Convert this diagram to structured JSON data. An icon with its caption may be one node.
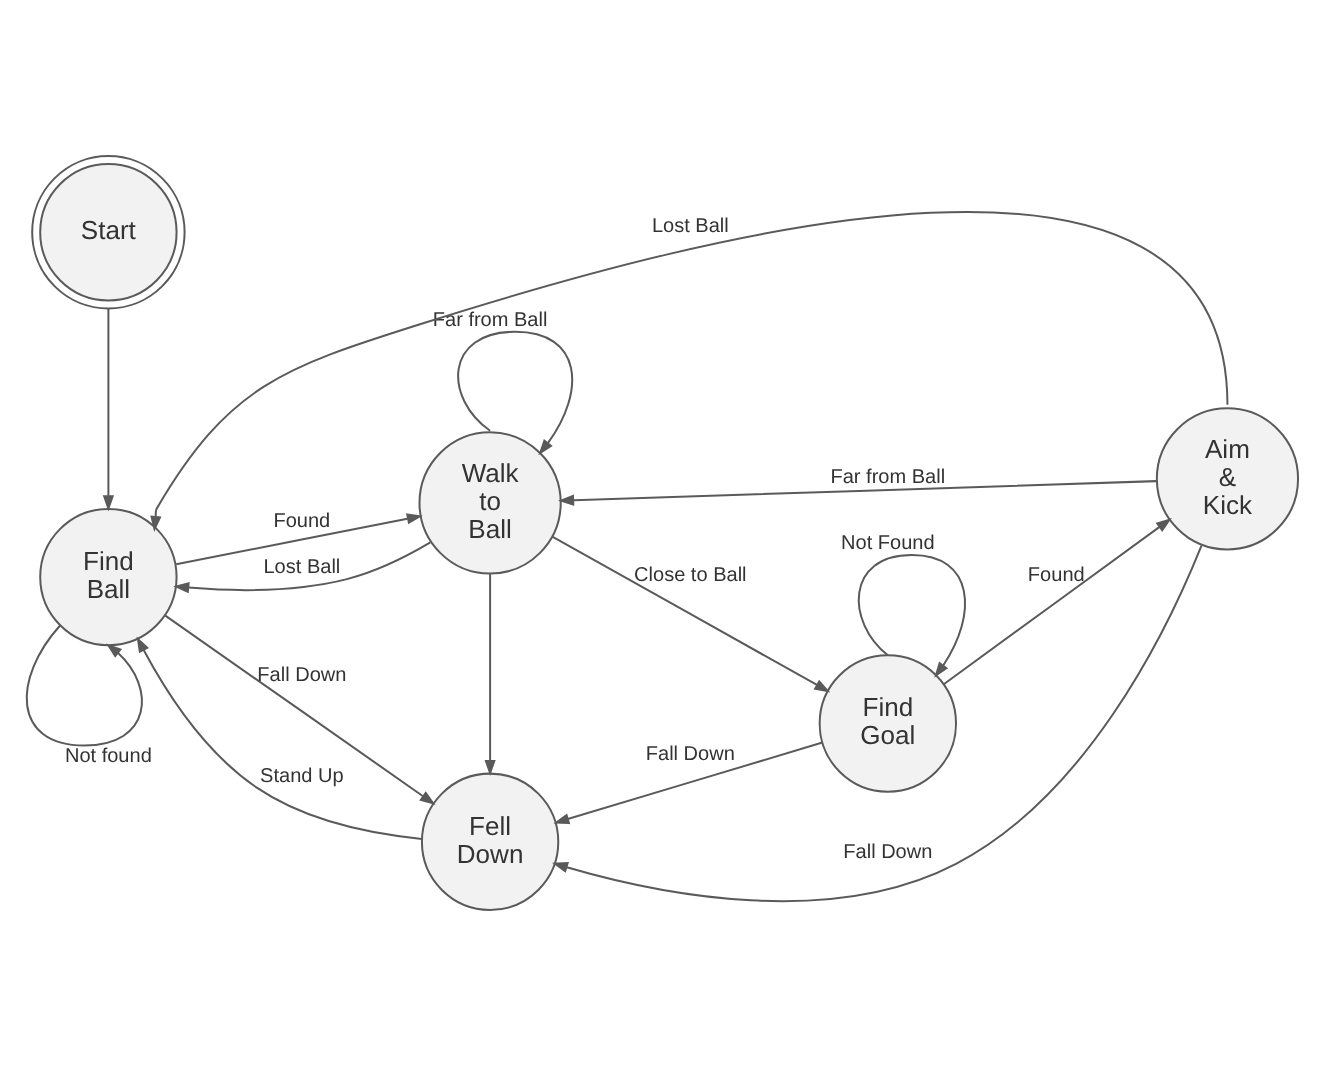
{
  "diagram": {
    "nodes": [
      {
        "text": [
          "Start"
        ]
      },
      {
        "text": [
          "Find Ball"
        ]
      },
      {
        "text": [
          "Walk to Ball"
        ]
      },
      {
        "text": [
          "Find Goal"
        ]
      },
      {
        "text": [
          "Aim & Kick"
        ]
      },
      {
        "text": [
          "Fell Down"
        ]
      }
    ],
    "edges": [
      {
        "from": 0,
        "to": 1,
        "arrow": "to"
      },
      {
        "from": 1,
        "to": 1,
        "arrow": "to",
        "label": "Not found"
      },
      {
        "from": 1,
        "to": 2,
        "arrow": "to",
        "label": "Found"
      },
      {
        "from": 2,
        "to": 1,
        "arrow": "to",
        "label": "Lost Ball"
      },
      {
        "from": 4,
        "to": 1,
        "arrow": "to",
        "label": "Lost Ball"
      },
      {
        "from": 4,
        "to": 2,
        "arrow": "to",
        "label": "Far from Ball"
      },
      {
        "from": 2,
        "to": 2,
        "arrow": "to",
        "label": "Far from Ball"
      },
      {
        "from": 2,
        "to": 3,
        "arrow": "to",
        "label": "Close to Ball"
      },
      {
        "from": 3,
        "to": 3,
        "arrow": "to",
        "label": "Not Found"
      },
      {
        "from": 3,
        "to": 4,
        "arrow": "to",
        "label": "Found"
      },
      {
        "from": 1,
        "to": 5,
        "arrow": "to",
        "label": "Fall Down"
      },
      {
        "from": 2,
        "to": 5,
        "arrow": "to"
      },
      {
        "from": 3,
        "to": 5,
        "arrow": "to",
        "label": "Fall Down"
      },
      {
        "from": 4,
        "to": 5,
        "arrow": "to",
        "label": "Fall Down"
      },
      {
        "from": 5,
        "to": 1,
        "arrow": "to",
        "label": "Stand Up"
      }
    ]
  }
}
